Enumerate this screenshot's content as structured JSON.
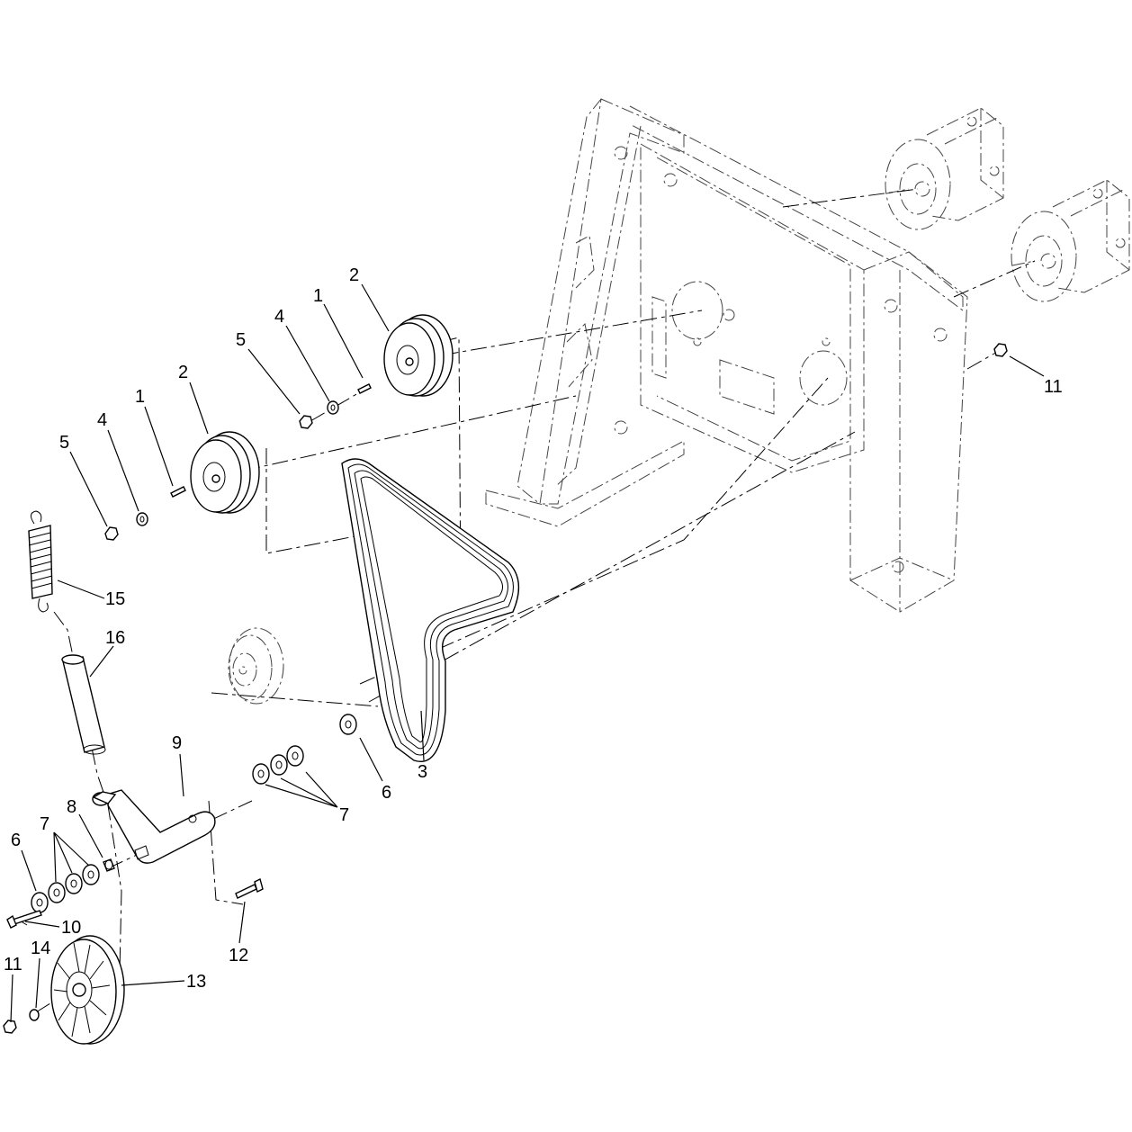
{
  "callouts": [
    {
      "id": "c1",
      "label": "2"
    },
    {
      "id": "c2",
      "label": "1"
    },
    {
      "id": "c3",
      "label": "4"
    },
    {
      "id": "c4",
      "label": "5"
    },
    {
      "id": "c5",
      "label": "2"
    },
    {
      "id": "c6",
      "label": "1"
    },
    {
      "id": "c7",
      "label": "4"
    },
    {
      "id": "c8",
      "label": "5"
    },
    {
      "id": "c9",
      "label": "11"
    },
    {
      "id": "c10",
      "label": "15"
    },
    {
      "id": "c11",
      "label": "16"
    },
    {
      "id": "c12",
      "label": "9"
    },
    {
      "id": "c13",
      "label": "3"
    },
    {
      "id": "c14",
      "label": "6"
    },
    {
      "id": "c15",
      "label": "7"
    },
    {
      "id": "c16",
      "label": "8"
    },
    {
      "id": "c17",
      "label": "7"
    },
    {
      "id": "c18",
      "label": "6"
    },
    {
      "id": "c19",
      "label": "10"
    },
    {
      "id": "c20",
      "label": "12"
    },
    {
      "id": "c21",
      "label": "14"
    },
    {
      "id": "c22",
      "label": "11"
    },
    {
      "id": "c23",
      "label": "13"
    }
  ],
  "colors": {
    "line": "#000000",
    "background": "#ffffff"
  }
}
